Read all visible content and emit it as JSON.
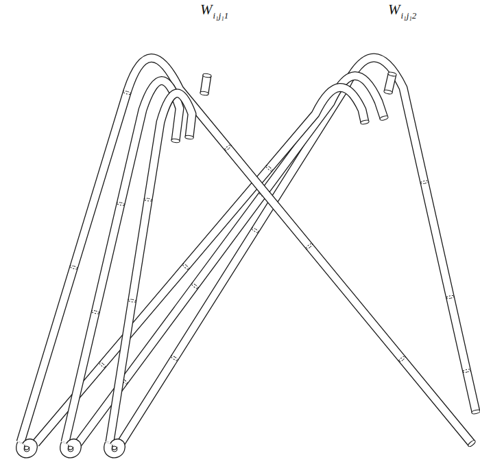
{
  "diagram": {
    "labels": [
      "W",
      "i₁j₁1",
      "W",
      "i₁j₁2"
    ]
  }
}
